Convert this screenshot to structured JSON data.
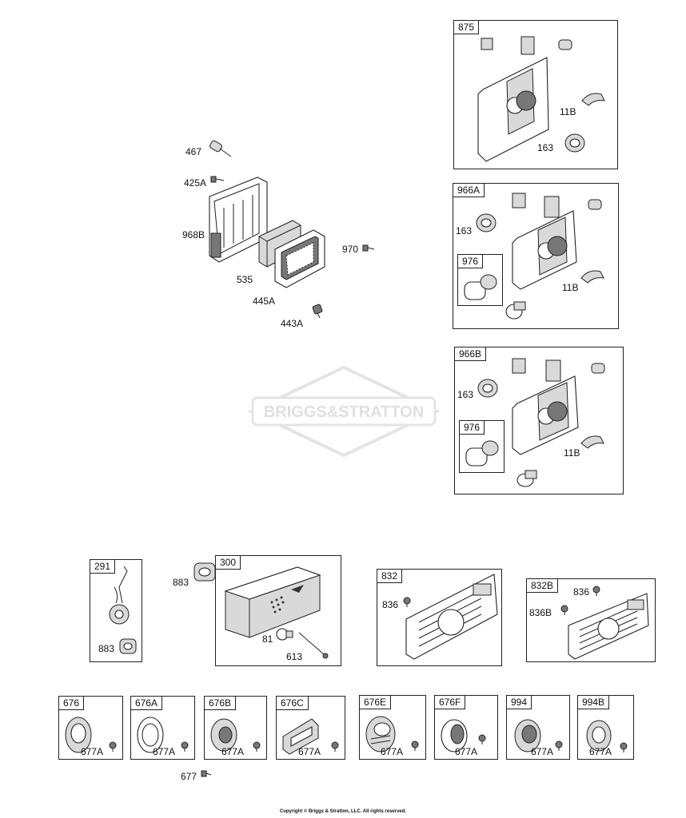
{
  "watermark": {
    "text": "BRIGGS&STRATTON"
  },
  "air_cleaner": {
    "labels": {
      "p467": "467",
      "p425a": "425A",
      "p968b": "968B",
      "p535": "535",
      "p445a": "445A",
      "p970": "970",
      "p443a": "443A"
    }
  },
  "carb_boxes": {
    "b875": {
      "tag": "875",
      "l11b": "11B",
      "l163": "163"
    },
    "b966a": {
      "tag": "966A",
      "l163": "163",
      "l11b": "11B",
      "sub_tag": "976"
    },
    "b966b": {
      "tag": "966B",
      "l163": "163",
      "l11b": "11B",
      "sub_tag": "976"
    }
  },
  "exhaust": {
    "b291": {
      "tag": "291",
      "l883": "883"
    },
    "l883_outside": "883",
    "b300": {
      "tag": "300",
      "l81": "81",
      "l613": "613"
    },
    "b832": {
      "tag": "832",
      "l836": "836"
    },
    "b832b": {
      "tag": "832B",
      "l836": "836",
      "l836b": "836B"
    }
  },
  "guards": [
    {
      "tag": "676",
      "screw": "677A"
    },
    {
      "tag": "676A",
      "screw": "677A"
    },
    {
      "tag": "676B",
      "screw": "677A"
    },
    {
      "tag": "676C",
      "screw": "677A"
    },
    {
      "tag": "676E",
      "screw": "677A"
    },
    {
      "tag": "676F",
      "screw": "677A"
    },
    {
      "tag": "994",
      "screw": "677A"
    },
    {
      "tag": "994B",
      "screw": "677A"
    }
  ],
  "loose_screw": "677",
  "copyright": "Copyright © Briggs & Stratton, LLC. All rights reserved."
}
